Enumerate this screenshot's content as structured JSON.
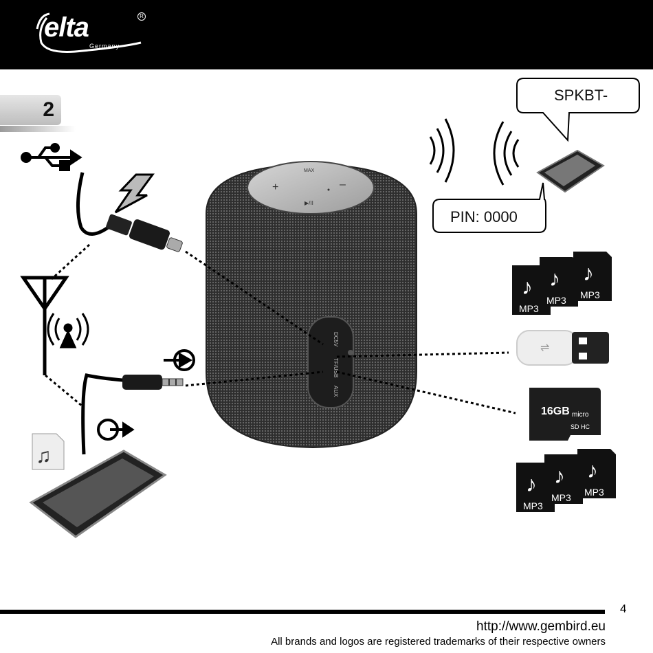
{
  "header": {
    "brand": "elta",
    "brand_sub": "Germany",
    "reg_mark": "R"
  },
  "step_number": "2",
  "bubbles": {
    "device_name": "SPKBT-",
    "pin": "PIN: 0000"
  },
  "speaker": {
    "top_labels": [
      "MAX",
      "+",
      "–",
      "▶/II"
    ],
    "port_labels": [
      "DC5V",
      "TF/USB",
      "AUX"
    ]
  },
  "media": {
    "mp3_label": "MP3",
    "sd_capacity": "16GB",
    "sd_brand": "micro",
    "sd_type": "SD HC"
  },
  "footer": {
    "page_number": "4",
    "url": "http://www.gembird.eu",
    "trademark": "All brands and logos are registered trademarks of their respective owners"
  },
  "colors": {
    "header_bg": "#000000",
    "speaker_fabric": "#3a3a3a"
  }
}
